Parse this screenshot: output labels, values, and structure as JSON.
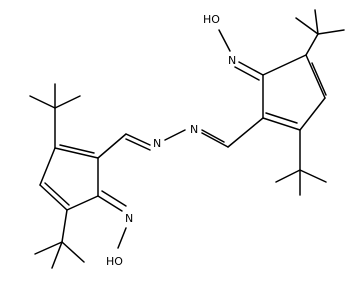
{
  "diagram": {
    "type": "chemical-structure",
    "atom_labels": {
      "hydroxyl_top": "HO",
      "oxime_n_top": "N",
      "azine_n_right": "N",
      "azine_n_left": "N",
      "oxime_n_bottom": "N",
      "hydroxyl_bottom": "HO"
    },
    "colors": {
      "bond": "#000000",
      "label": "#000000",
      "background": "#ffffff"
    }
  }
}
